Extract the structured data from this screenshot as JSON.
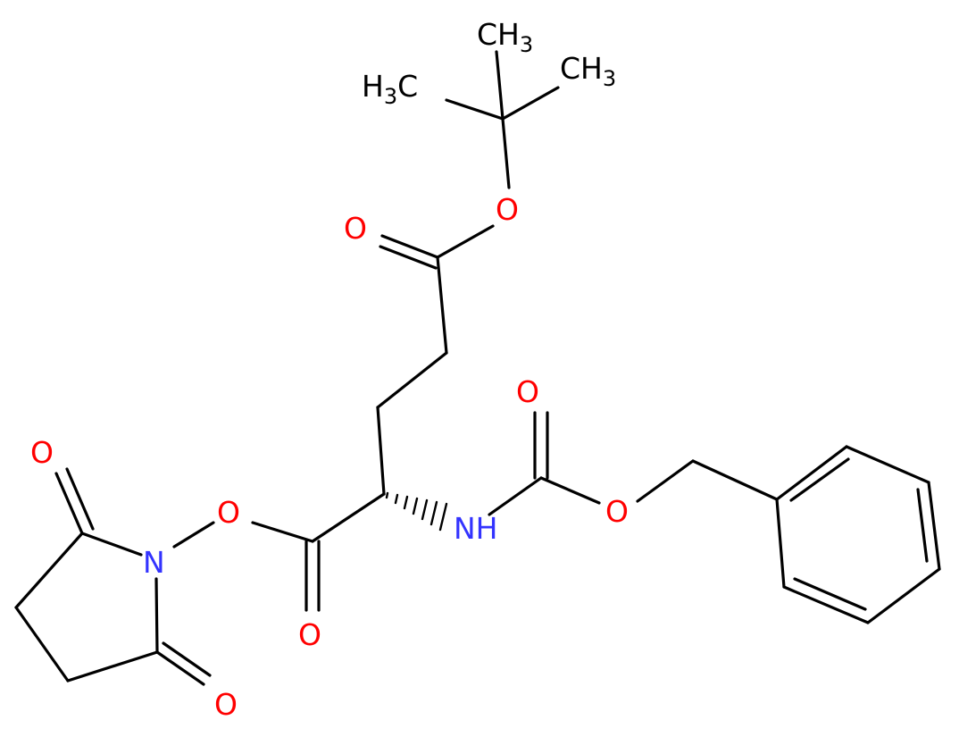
{
  "molecule": {
    "colors": {
      "bond": "#000000",
      "oxygen": "#ff0000",
      "nitrogen": "#3333ff",
      "carbon": "#000000",
      "background": "#ffffff"
    },
    "labels": {
      "methyl_top": {
        "main": "CH",
        "sub": "3"
      },
      "methyl_left": {
        "main": "H",
        "sub": "3",
        "tail": "C"
      },
      "methyl_right": {
        "main": "CH",
        "sub": "3"
      },
      "o_ester_tbu": "O",
      "o_carbonyl_tbu": "O",
      "o_carbamate_carbonyl": "O",
      "nh": "NH",
      "o_carbamate": "O",
      "o_nhs_ester": "O",
      "o_alpha_carbonyl": "O",
      "n_succinimide": "N",
      "o_succ_top": "O",
      "o_succ_bottom": "O"
    }
  }
}
